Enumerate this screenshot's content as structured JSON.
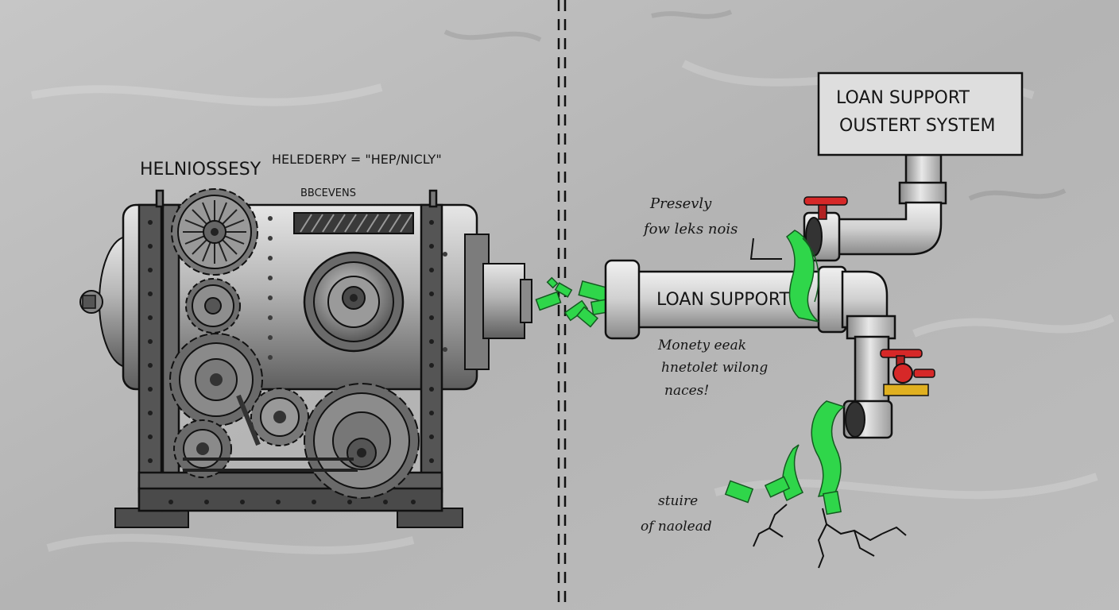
{
  "labels": {
    "machine_title": "HELNIOSSESY",
    "machine_formula": "HELEDERPY = \"HEP/NICLY\"",
    "machine_plate": "BBCEVENS",
    "loan_support_box_line1": "LOAN SUPPORT",
    "loan_support_box_line2": "OUSTERT SYSTEM",
    "pipe_label": "LOAN SUPPORT",
    "note_top_line1": "Presevly",
    "note_top_line2": "fow leks nois",
    "note_middle_line1": "Monety eeak",
    "note_middle_line2": "hnetolet wilong",
    "note_middle_line3": "naces!",
    "note_bottom_line1": "stuire",
    "note_bottom_line2": "of naolead"
  },
  "colors": {
    "background": "#b9b9b9",
    "ink": "#161616",
    "metal_light": "#d9d9d9",
    "metal_mid": "#9a9a9a",
    "metal_dark": "#4a4a4a",
    "money_green": "#2fd64a",
    "valve_red": "#d62828",
    "valve_yellow": "#e0b020"
  },
  "icons": [
    "gear-icon",
    "money-bill-icon",
    "valve-icon",
    "crack-icon"
  ]
}
